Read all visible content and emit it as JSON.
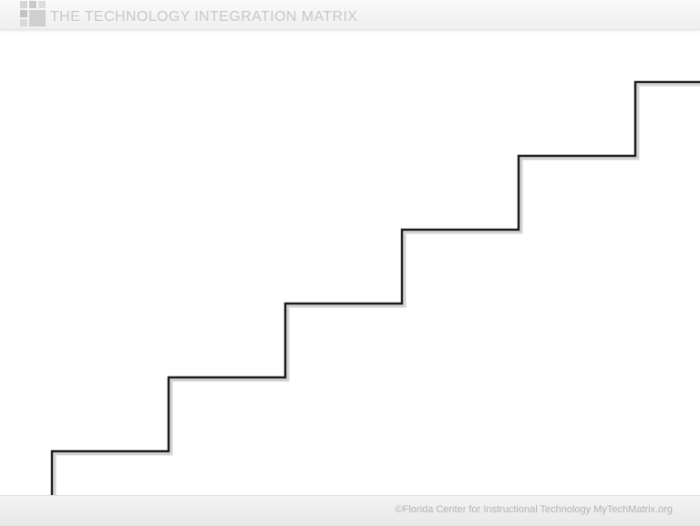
{
  "header": {
    "title": "THE TECHNOLOGY INTEGRATION MATRIX",
    "logo_icon": "tim-grid-logo-icon"
  },
  "footer": {
    "credit": "©Florida Center for Instructional Technology  MyTechMatrix.org"
  },
  "staircase": {
    "steps": 6,
    "line_color": "#1a1a1a",
    "shadow_color": "#b5b5b5"
  }
}
